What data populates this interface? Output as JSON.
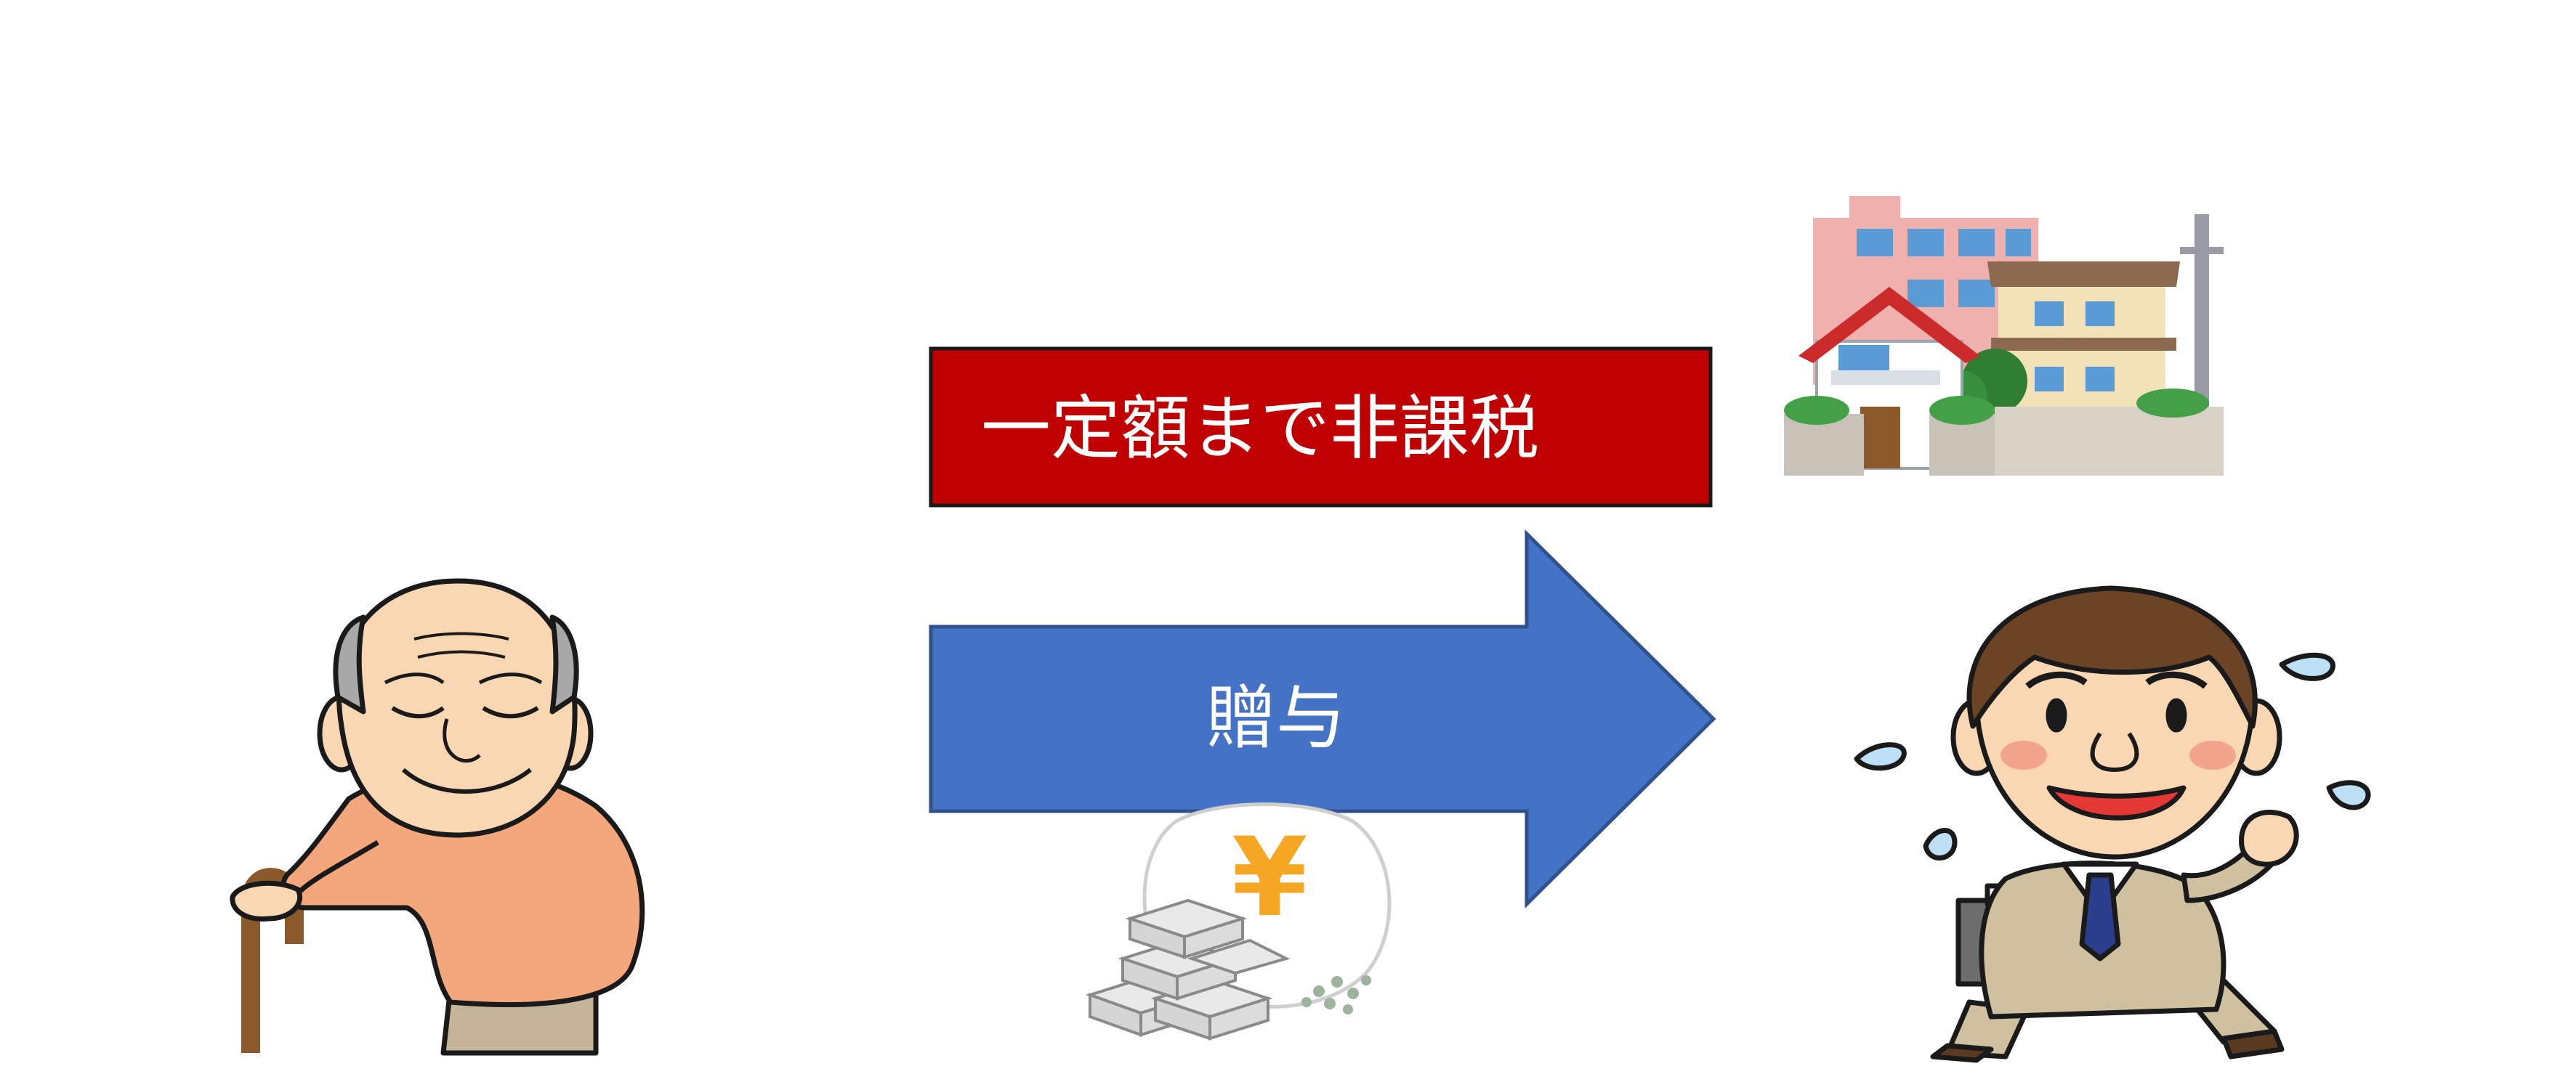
{
  "banner": {
    "text": "一定額まで非課税",
    "fill": "#C00000",
    "text_color": "#FFFFFF"
  },
  "arrow": {
    "text": "贈与",
    "fill": "#4472C4",
    "text_color": "#FFFFFF"
  },
  "money_bag": {
    "symbol": "¥",
    "symbol_color": "#F5A623"
  },
  "figures": {
    "giver": "elderly-man-with-cane",
    "receiver": "happy-businessman-running",
    "property": "houses-and-apartment-building"
  },
  "colors": {
    "skin": "#F9D7B2",
    "shirt_elder": "#F4A77B",
    "suit": "#CFC1A0",
    "tie": "#2A3E8C",
    "building_pink": "#F0B0AE",
    "roof_red": "#CC2B2B"
  }
}
